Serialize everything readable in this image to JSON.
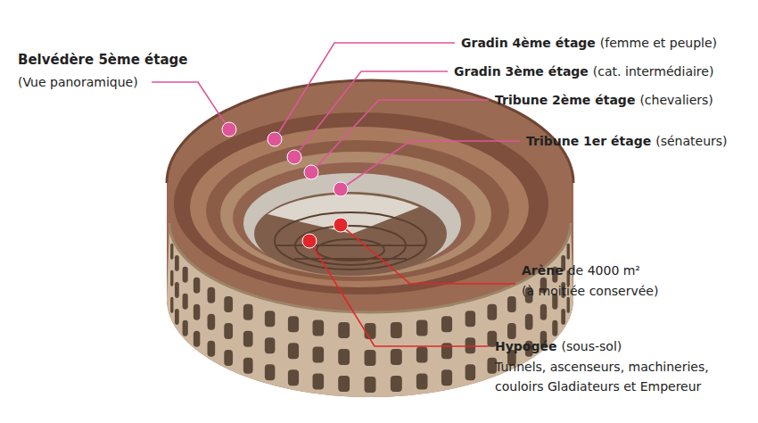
{
  "diagram": {
    "labels": [
      "Belvédère 5ème étage",
      "(Vue panoramique)",
      "Gradin 4ème étage",
      "(femme et peuple)",
      "Gradin 3ème étage",
      "(cat. intermédiaire)",
      "Tribune 2ème étage",
      "(chevaliers)",
      "Tribune 1er étage",
      "(sénateurs)",
      "Arène",
      "de 4000 m²",
      "(à moitiée conservée)",
      "Hypogée",
      "(sous-sol)",
      "Tunnels, ascenseurs, machineries, couloirs Gladiateurs et Empereur"
    ]
  }
}
